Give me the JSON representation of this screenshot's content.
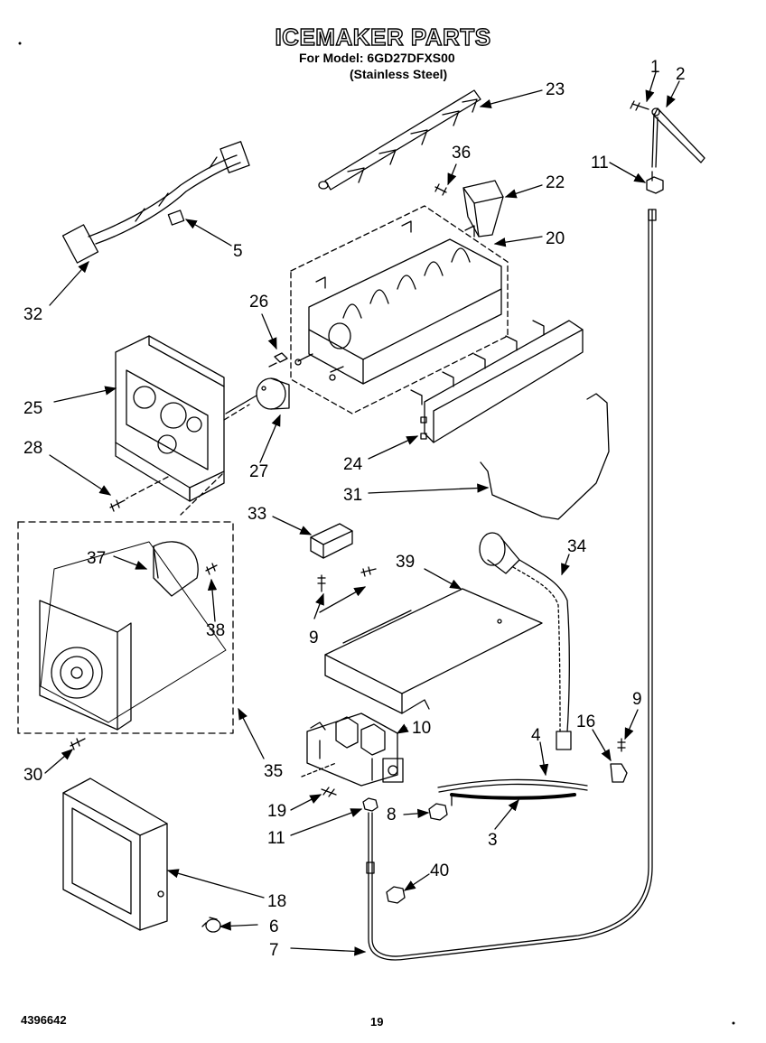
{
  "header": {
    "title": "ICEMAKER PARTS",
    "model_line": "For Model: 6GD27DFXS00",
    "finish_line": "(Stainless Steel)"
  },
  "footer": {
    "doc_number": "4396642",
    "page_number": "19"
  },
  "callouts": {
    "c1": "1",
    "c2": "2",
    "c3": "3",
    "c4": "4",
    "c5": "5",
    "c6": "6",
    "c7": "7",
    "c8": "8",
    "c9a": "9",
    "c9b": "9",
    "c10": "10",
    "c11a": "11",
    "c11b": "11",
    "c16": "16",
    "c18": "18",
    "c19": "19",
    "c20": "20",
    "c22": "22",
    "c23": "23",
    "c24": "24",
    "c25": "25",
    "c26": "26",
    "c27": "27",
    "c28": "28",
    "c30": "30",
    "c31": "31",
    "c32": "32",
    "c33": "33",
    "c34": "34",
    "c35": "35",
    "c36": "36",
    "c37": "37",
    "c38": "38",
    "c39": "39",
    "c40": "40"
  }
}
